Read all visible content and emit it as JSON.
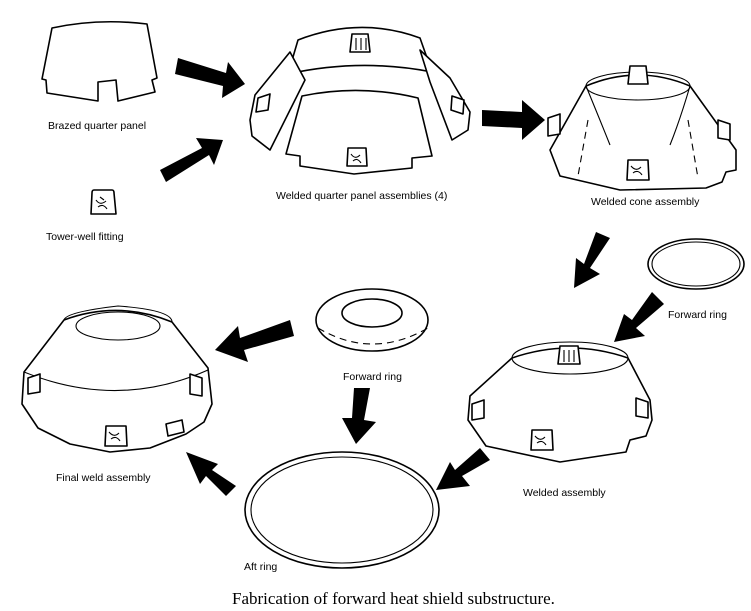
{
  "labels": {
    "brazed_quarter_panel": "Brazed quarter panel",
    "tower_well_fitting": "Tower-well fitting",
    "welded_quarter_panel_assemblies": "Welded quarter panel assemblies (4)",
    "welded_cone_assembly": "Welded cone assembly",
    "forward_ring_right": "Forward ring",
    "forward_ring_center": "Forward ring",
    "final_weld_assembly": "Final weld assembly",
    "welded_assembly": "Welded assembly",
    "aft_ring": "Aft ring"
  },
  "caption": "Fabrication of forward heat shield substructure."
}
